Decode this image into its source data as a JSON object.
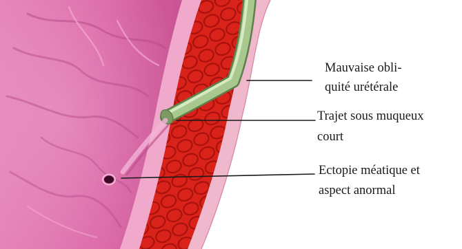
{
  "figure": {
    "labels": {
      "obliquity": {
        "line1": "Mauvaise obli-",
        "line2": "quité urétérale"
      },
      "submucosal": {
        "line1": "Trajet sous muqueux",
        "line2": "court"
      },
      "ectopia": {
        "line1": "Ectopie méatique et",
        "line2": "aspect anormal"
      }
    }
  },
  "colors": {
    "mucosa": "#e070ad",
    "mucosa_dark": "#b84a88",
    "muscle": "#d42018",
    "muscle_cell": "#b3120e",
    "outer_layer": "#efb8cc",
    "ureter": "#a8c890",
    "ureter_dark": "#5f7e4a",
    "text": "#1a1a1a"
  }
}
